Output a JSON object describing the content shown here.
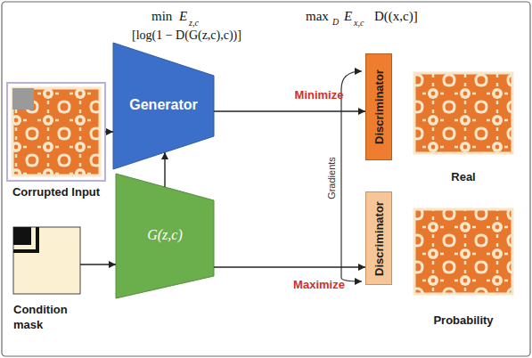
{
  "diagram": {
    "nodes": [
      {
        "text": [
          "Corrupted Input"
        ]
      },
      {
        "text": [
          "Generator"
        ]
      },
      {
        "text": [
          "Condition mask"
        ]
      },
      {
        "text": [
          "G(z,c)"
        ]
      },
      {
        "text": [
          "Discriminator"
        ]
      },
      {
        "text": [
          "Real"
        ]
      },
      {
        "text": [
          "Discriminator"
        ]
      },
      {
        "text": [
          "Probability"
        ]
      }
    ],
    "edges": [
      {
        "from": 0,
        "to": 1,
        "arrow": "to"
      },
      {
        "from": 2,
        "to": 3,
        "arrow": "to"
      },
      {
        "from": 3,
        "to": 1,
        "arrow": "to"
      },
      {
        "from": 1,
        "to": 4,
        "label": "Minimize",
        "arrow": "to"
      },
      {
        "from": 3,
        "to": 6,
        "label": "Maximize",
        "arrow": "to"
      }
    ],
    "labels": [
      "min",
      "E",
      "z,c",
      "[log(1 − D(G(z,c),c))]",
      "max",
      "D",
      "E",
      "x,c",
      "D((x,c)]",
      "Gradients"
    ]
  }
}
